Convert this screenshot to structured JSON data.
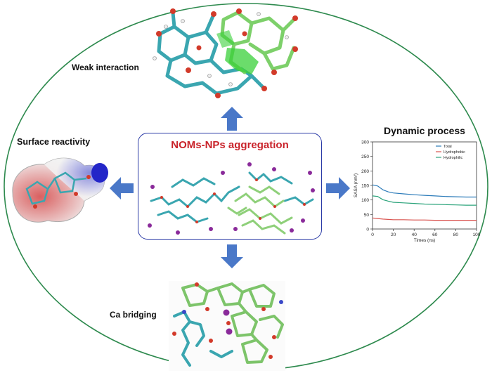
{
  "labels": {
    "weak_interaction": "Weak interaction",
    "surface_reactivity": "Surface reactivity",
    "center_title": "NOMs-NPs aggregation",
    "dynamic_process": "Dynamic process",
    "ca_bridging": "Ca bridging"
  },
  "colors": {
    "ellipse": "#2e8a4e",
    "arrow": "#4a78c8",
    "center_border": "#2a3aa6",
    "center_title": "#c9232a",
    "total": "#2b7bb9",
    "hydrophobic": "#d9534f",
    "hydrophilic": "#2aa37a"
  },
  "chart_data": {
    "type": "line",
    "xlabel": "Times (ns)",
    "ylabel": "SASA (nm²)",
    "xlim": [
      0,
      100
    ],
    "ylim": [
      0,
      300
    ],
    "xticks": [
      "0",
      "20",
      "40",
      "60",
      "80",
      "100"
    ],
    "yticks": [
      "0",
      "50",
      "100",
      "150",
      "200",
      "250",
      "300"
    ],
    "legend_position": "top-right",
    "x": [
      0,
      5,
      10,
      15,
      20,
      30,
      40,
      50,
      60,
      70,
      80,
      90,
      100
    ],
    "series": [
      {
        "name": "Total",
        "color": "#2b7bb9",
        "values": [
          152,
          148,
          135,
          128,
          124,
          121,
          118,
          116,
          114,
          112,
          111,
          110,
          110
        ]
      },
      {
        "name": "Hydrophobic",
        "color": "#d9534f",
        "values": [
          38,
          36,
          34,
          33,
          32,
          32,
          31,
          31,
          30,
          30,
          30,
          30,
          30
        ]
      },
      {
        "name": "Hydrophilic",
        "color": "#2aa37a",
        "values": [
          114,
          112,
          101,
          96,
          92,
          90,
          88,
          86,
          85,
          84,
          83,
          82,
          82
        ]
      }
    ]
  }
}
